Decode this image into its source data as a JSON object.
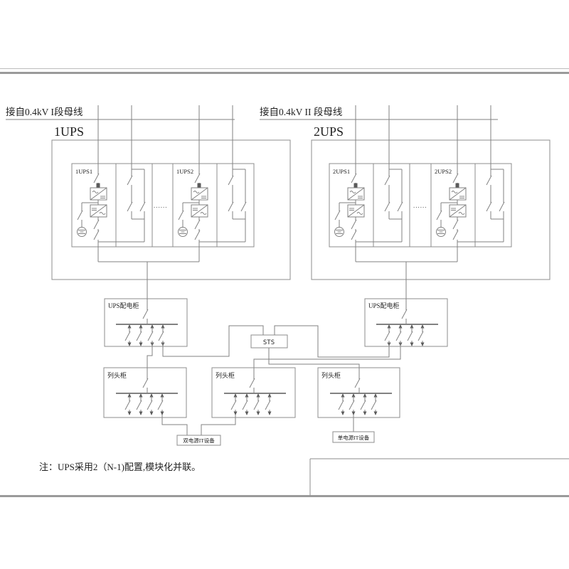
{
  "busbars": [
    {
      "label": "接自0.4kV I段母线"
    },
    {
      "label": "接自0.4kV II 段母线"
    }
  ],
  "ups_groups": [
    {
      "label": "1UPS",
      "modules": [
        {
          "label": "1UPS1"
        },
        {
          "label": "1UPS2"
        }
      ],
      "ellipsis": "......"
    },
    {
      "label": "2UPS",
      "modules": [
        {
          "label": "2UPS1"
        },
        {
          "label": "2UPS2"
        }
      ],
      "ellipsis": "......"
    }
  ],
  "distribution_cabinets": [
    {
      "label": "UPS配电柜"
    },
    {
      "label": "UPS配电柜"
    }
  ],
  "sts": {
    "label": "STS"
  },
  "row_head_cabinets": [
    {
      "label": "列头柜"
    },
    {
      "label": "列头柜"
    },
    {
      "label": "列头柜"
    }
  ],
  "it_equipment": [
    {
      "label": "双电源IT设备"
    },
    {
      "label": "单电源IT设备"
    }
  ],
  "note": "注：UPS采用2（N-1)配置,模块化并联。",
  "colors": {
    "wire": "#828282",
    "text": "#222222"
  }
}
